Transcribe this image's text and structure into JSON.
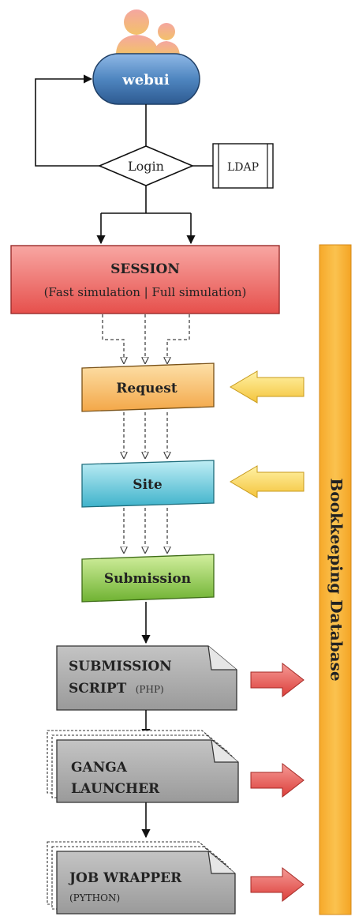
{
  "nodes": {
    "webui": "webui",
    "login": "Login",
    "ldap": "LDAP",
    "session_title": "SESSION",
    "session_subtitle": "(Fast simulation | Full simulation)",
    "request": "Request",
    "site": "Site",
    "submission": "Submission",
    "submission_script_line1": "SUBMISSION",
    "submission_script_line2": "SCRIPT",
    "submission_script_tag": "(PHP)",
    "ganga_line1": "GANGA",
    "ganga_line2": "LAUNCHER",
    "job_wrapper_line1": "JOB WRAPPER",
    "job_wrapper_tag": "(PYTHON)"
  },
  "database": {
    "label": "Bookkeeping Database",
    "color": "#f7b733"
  },
  "colors": {
    "webui": "#3a6ea8",
    "session": "#ec6360",
    "request": "#f6b25a",
    "site": "#5ec7d8",
    "submission": "#8fc84a",
    "document": "#a8a8a8",
    "inbound_arrow": "#f9d84f",
    "outbound_arrow": "#e2504a"
  }
}
